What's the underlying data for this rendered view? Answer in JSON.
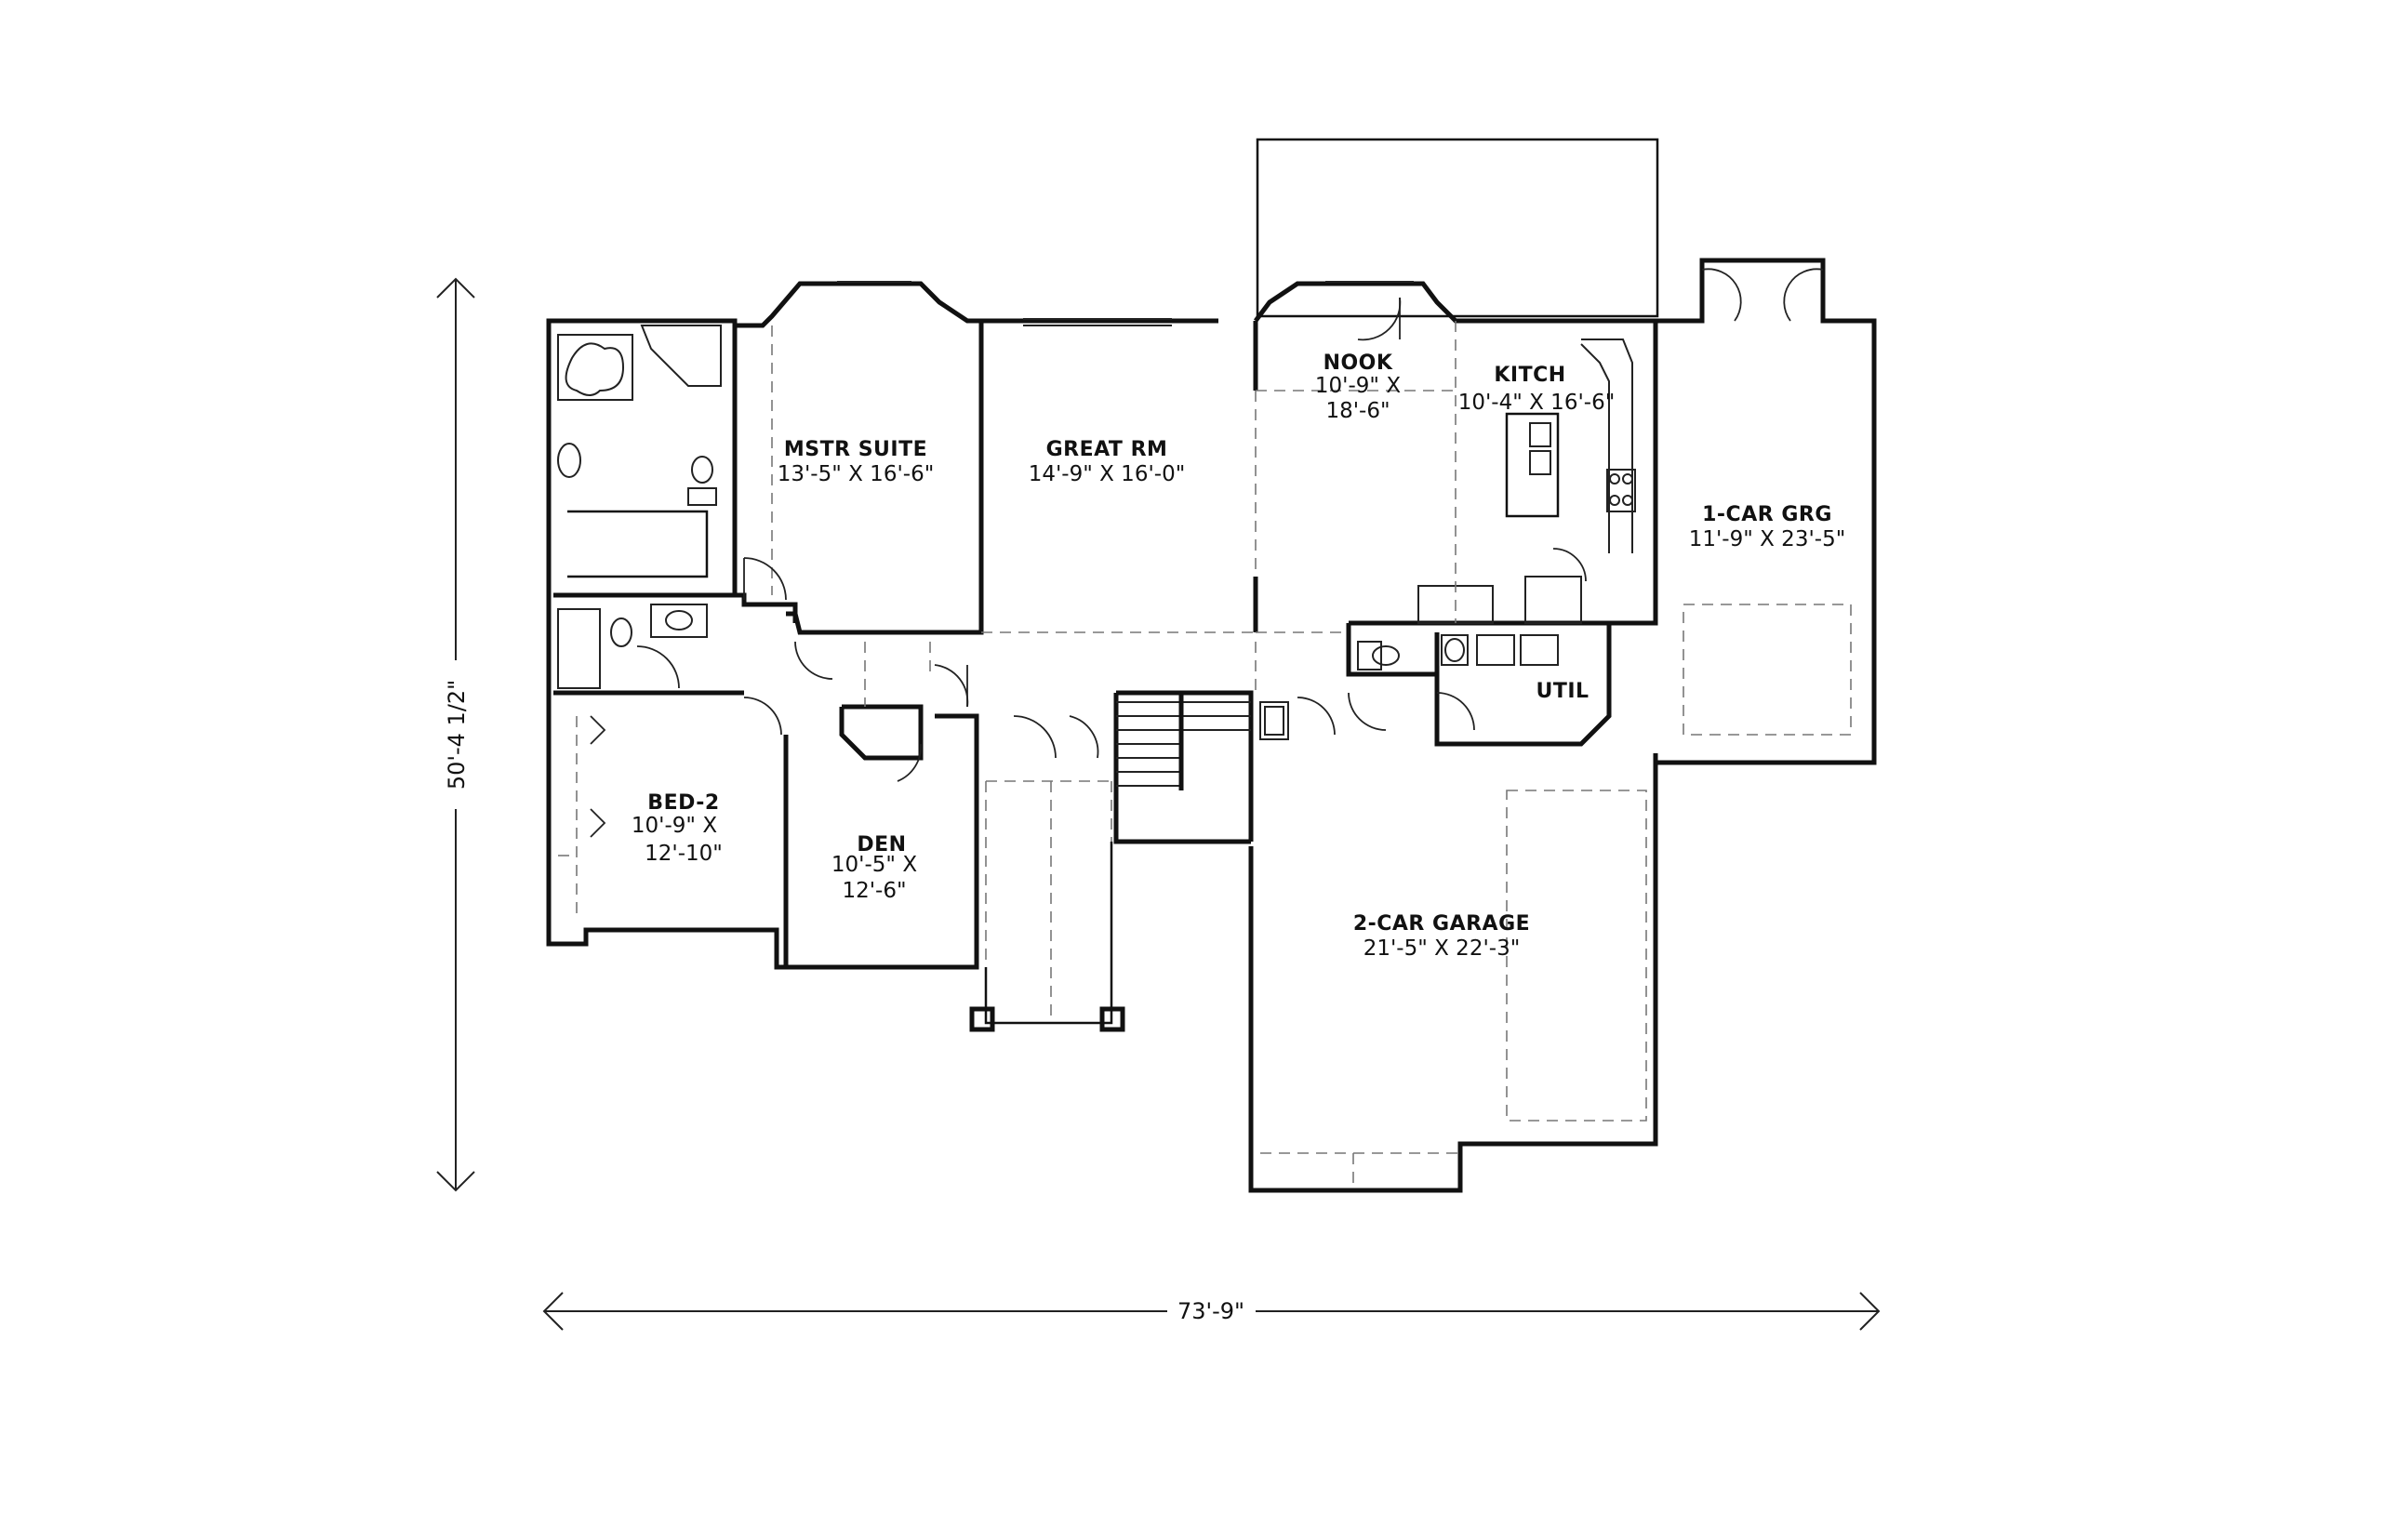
{
  "rooms": {
    "master_suite": {
      "name": "MSTR SUITE",
      "size": "13'-5\" X 16'-6\""
    },
    "great_room": {
      "name": "GREAT RM",
      "size": "14'-9\" X 16'-0\""
    },
    "nook": {
      "name": "NOOK",
      "size_line1": "10'-9\" X",
      "size_line2": "18'-6\""
    },
    "kitchen": {
      "name": "KITCH",
      "size": "10'-4\" X 16'-6\""
    },
    "one_car_garage": {
      "name": "1-CAR GRG",
      "size": "11'-9\" X 23'-5\""
    },
    "utility": {
      "name": "UTIL"
    },
    "bed_2": {
      "name": "BED-2",
      "size_line1": "10'-9\" X",
      "size_line2": "12'-10\""
    },
    "den": {
      "name": "DEN",
      "size_line1": "10'-5\" X",
      "size_line2": "12'-6\""
    },
    "two_car_garage": {
      "name": "2-CAR GARAGE",
      "size": "21'-5\" X 22'-3\""
    }
  },
  "dimensions": {
    "overall_width": "73'-9\"",
    "overall_depth": "50'-4 1/2\""
  }
}
